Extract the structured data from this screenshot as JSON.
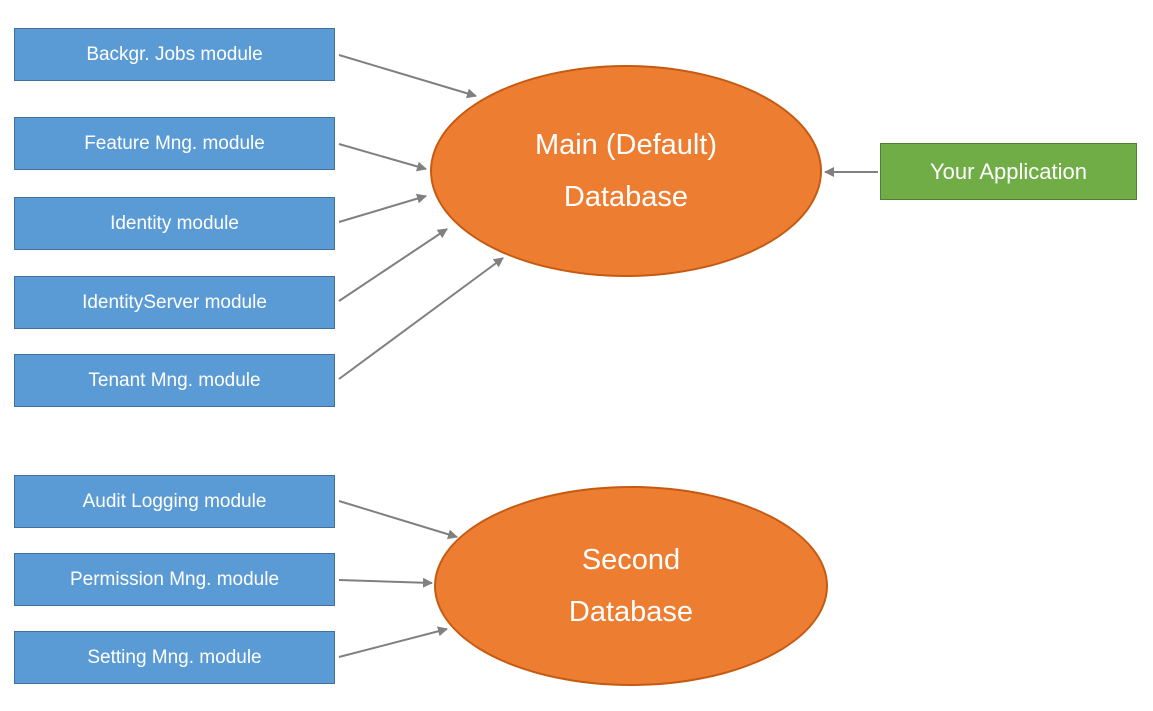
{
  "colors": {
    "module_box_fill": "#5B9BD5",
    "module_box_border": "#41719C",
    "database_fill": "#ED7D31",
    "database_border": "#C55A11",
    "application_fill": "#70AD47",
    "application_border": "#507E32",
    "arrow": "#808080",
    "text": "#FFFFFF",
    "background": "#FFFFFF"
  },
  "top_group": {
    "modules": [
      {
        "label": "Backgr. Jobs module"
      },
      {
        "label": "Feature Mng. module"
      },
      {
        "label": "Identity module"
      },
      {
        "label": "IdentityServer module"
      },
      {
        "label": "Tenant Mng. module"
      }
    ],
    "database": {
      "line1": "Main (Default)",
      "line2": "Database"
    },
    "application": {
      "label": "Your Application"
    }
  },
  "bottom_group": {
    "modules": [
      {
        "label": "Audit Logging module"
      },
      {
        "label": "Permission Mng. module"
      },
      {
        "label": "Setting Mng. module"
      }
    ],
    "database": {
      "line1": "Second",
      "line2": "Database"
    }
  }
}
